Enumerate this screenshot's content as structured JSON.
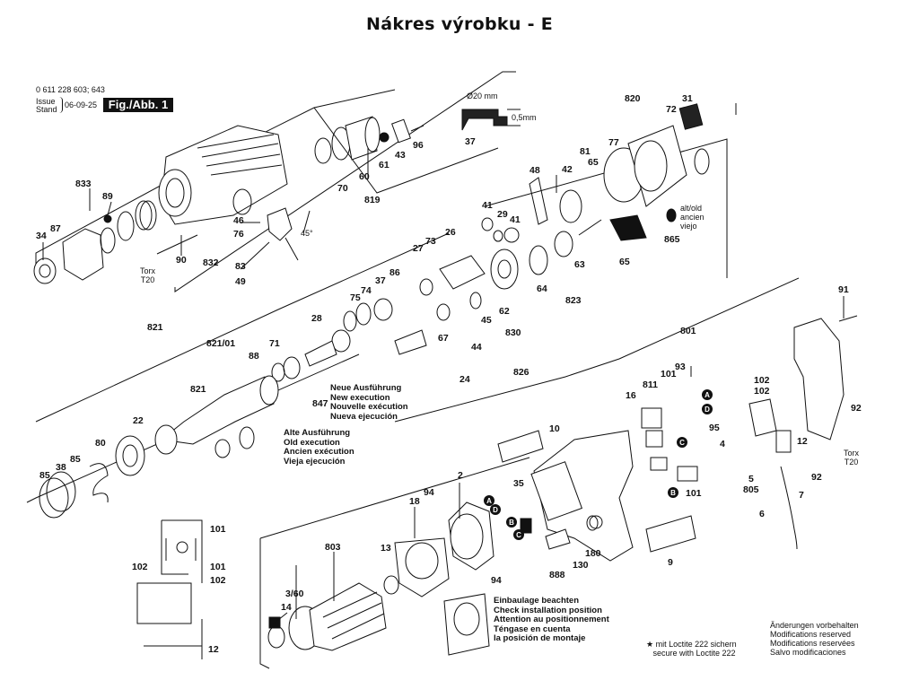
{
  "title": "Nákres výrobku - E",
  "header": {
    "part_number": "0 611 228 603; 643",
    "issue_label": "Issue",
    "stand_label": "Stand",
    "date": "06-09-25",
    "figure": "Fig./Abb. 1"
  },
  "dimension_detail": {
    "diameter": "Ø20 mm",
    "thickness": "0,5mm",
    "part": "37"
  },
  "notes": {
    "new_execution": "Neue Ausführung\nNew execution\nNouvelle exécution\nNueva ejecución",
    "old_execution": "Alte Ausführung\nOld execution\nAncien exécution\nVieja ejecución",
    "installation": "Einbaulage beachten\nCheck installation position\nAttention au positionnement\nTéngase en cuenta\nla posición de montaje",
    "loctite": "★ mit Loctite 222 sichern\n   secure with Loctite 222",
    "modifications": "Änderungen vorbehalten\nModifications reserved\nModifications reservées\nSalvo modificaciones",
    "alt_old": "alt/old\nancien\nviejo",
    "torx_left": "Torx\nT20",
    "torx_right": "Torx\nT20",
    "angle": "45°"
  },
  "colors": {
    "ink": "#111111",
    "background": "#ffffff"
  },
  "part_labels": [
    {
      "id": "p833",
      "text": "833"
    },
    {
      "id": "p89",
      "text": "89"
    },
    {
      "id": "p87",
      "text": "87"
    },
    {
      "id": "p34",
      "text": "34"
    },
    {
      "id": "p90",
      "text": "90"
    },
    {
      "id": "p46",
      "text": "46"
    },
    {
      "id": "p76",
      "text": "76"
    },
    {
      "id": "p832",
      "text": "832"
    },
    {
      "id": "p83",
      "text": "83"
    },
    {
      "id": "p49",
      "text": "49"
    },
    {
      "id": "p70",
      "text": "70"
    },
    {
      "id": "p60",
      "text": "60"
    },
    {
      "id": "p61",
      "text": "61"
    },
    {
      "id": "p43",
      "text": "43"
    },
    {
      "id": "p96",
      "text": "96"
    },
    {
      "id": "p819",
      "text": "819"
    },
    {
      "id": "p41a",
      "text": "41"
    },
    {
      "id": "p29",
      "text": "29"
    },
    {
      "id": "p41b",
      "text": "41"
    },
    {
      "id": "p48",
      "text": "48"
    },
    {
      "id": "p42",
      "text": "42"
    },
    {
      "id": "p81",
      "text": "81"
    },
    {
      "id": "p65a",
      "text": "65"
    },
    {
      "id": "p77",
      "text": "77"
    },
    {
      "id": "p820",
      "text": "820"
    },
    {
      "id": "p72",
      "text": "72"
    },
    {
      "id": "p31",
      "text": "31"
    },
    {
      "id": "p865",
      "text": "865"
    },
    {
      "id": "p27",
      "text": "27"
    },
    {
      "id": "p73",
      "text": "73"
    },
    {
      "id": "p26",
      "text": "26"
    },
    {
      "id": "p65b",
      "text": "65"
    },
    {
      "id": "p63",
      "text": "63"
    },
    {
      "id": "p64",
      "text": "64"
    },
    {
      "id": "p823",
      "text": "823"
    },
    {
      "id": "p62",
      "text": "62"
    },
    {
      "id": "p830",
      "text": "830"
    },
    {
      "id": "p45",
      "text": "45"
    },
    {
      "id": "p44",
      "text": "44"
    },
    {
      "id": "p67",
      "text": "67"
    },
    {
      "id": "p24",
      "text": "24"
    },
    {
      "id": "p826",
      "text": "826"
    },
    {
      "id": "p821",
      "text": "821"
    },
    {
      "id": "p28",
      "text": "28"
    },
    {
      "id": "p75",
      "text": "75"
    },
    {
      "id": "p74",
      "text": "74"
    },
    {
      "id": "p37",
      "text": "37"
    },
    {
      "id": "p86",
      "text": "86"
    },
    {
      "id": "p82101",
      "text": "821/01"
    },
    {
      "id": "p88",
      "text": "88"
    },
    {
      "id": "p71",
      "text": "71"
    },
    {
      "id": "p847",
      "text": "847"
    },
    {
      "id": "p821b",
      "text": "821"
    },
    {
      "id": "p22",
      "text": "22"
    },
    {
      "id": "p80",
      "text": "80"
    },
    {
      "id": "p85a",
      "text": "85"
    },
    {
      "id": "p38",
      "text": "38"
    },
    {
      "id": "p85b",
      "text": "85"
    },
    {
      "id": "p801",
      "text": "801"
    },
    {
      "id": "p91",
      "text": "91"
    },
    {
      "id": "p811",
      "text": "811"
    },
    {
      "id": "p101a",
      "text": "101"
    },
    {
      "id": "p93",
      "text": "93"
    },
    {
      "id": "p16",
      "text": "16"
    },
    {
      "id": "p102a",
      "text": "102"
    },
    {
      "id": "p102b",
      "text": "102"
    },
    {
      "id": "p95",
      "text": "95"
    },
    {
      "id": "p4",
      "text": "4"
    },
    {
      "id": "p92a",
      "text": "92"
    },
    {
      "id": "p12",
      "text": "12"
    },
    {
      "id": "p5",
      "text": "5"
    },
    {
      "id": "p805",
      "text": "805"
    },
    {
      "id": "p92b",
      "text": "92"
    },
    {
      "id": "p7",
      "text": "7"
    },
    {
      "id": "p6",
      "text": "6"
    },
    {
      "id": "p10",
      "text": "10"
    },
    {
      "id": "p2",
      "text": "2"
    },
    {
      "id": "p35",
      "text": "35"
    },
    {
      "id": "p18",
      "text": "18"
    },
    {
      "id": "p94a",
      "text": "94"
    },
    {
      "id": "p101b",
      "text": "101"
    },
    {
      "id": "p180",
      "text": "180"
    },
    {
      "id": "p130",
      "text": "130"
    },
    {
      "id": "p888",
      "text": "888"
    },
    {
      "id": "p9",
      "text": "9"
    },
    {
      "id": "p803",
      "text": "803"
    },
    {
      "id": "p13",
      "text": "13"
    },
    {
      "id": "p94b",
      "text": "94"
    },
    {
      "id": "p360",
      "text": "3/60"
    },
    {
      "id": "p14",
      "text": "14"
    },
    {
      "id": "p101c",
      "text": "101"
    },
    {
      "id": "p101d",
      "text": "101"
    },
    {
      "id": "p102c",
      "text": "102"
    },
    {
      "id": "p102d",
      "text": "102"
    },
    {
      "id": "p12b",
      "text": "12"
    }
  ],
  "connection_markers": [
    {
      "id": "mA1",
      "text": "A"
    },
    {
      "id": "mB1",
      "text": "B"
    },
    {
      "id": "mC1",
      "text": "C"
    },
    {
      "id": "mD1",
      "text": "D"
    },
    {
      "id": "mA2",
      "text": "A"
    },
    {
      "id": "mD2",
      "text": "D"
    },
    {
      "id": "mC2",
      "text": "C"
    },
    {
      "id": "mB2",
      "text": "B"
    }
  ]
}
